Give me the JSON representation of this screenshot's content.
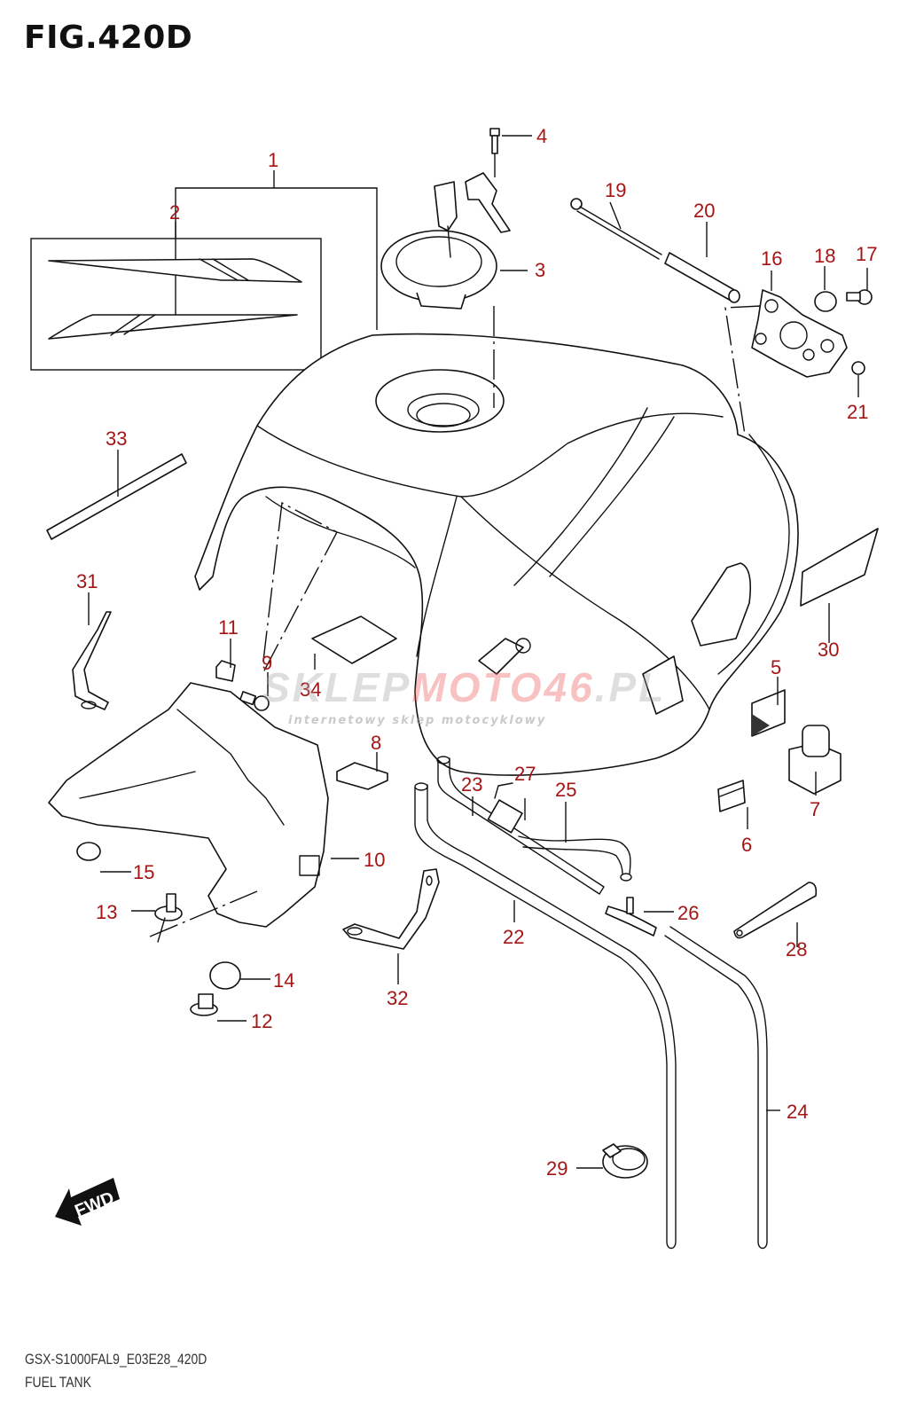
{
  "figure": {
    "title": "FIG.420D",
    "code": "GSX-S1000FAL9_E03E28_420D",
    "name": "FUEL TANK"
  },
  "watermark": {
    "brand_prefix": "SKLEP",
    "brand_accent": "MOTO46",
    "brand_suffix": ".PL",
    "tagline": "internetowy sklep motocyklowy"
  },
  "fwd_badge": {
    "label": "FWD",
    "icon": "forward-arrow-icon"
  },
  "colors": {
    "label": "#a31515",
    "line": "#111111",
    "background": "#ffffff"
  },
  "callouts": [
    {
      "id": "1",
      "text": "1"
    },
    {
      "id": "2",
      "text": "2"
    },
    {
      "id": "3",
      "text": "3"
    },
    {
      "id": "4",
      "text": "4"
    },
    {
      "id": "5",
      "text": "5"
    },
    {
      "id": "6",
      "text": "6"
    },
    {
      "id": "7",
      "text": "7"
    },
    {
      "id": "8",
      "text": "8"
    },
    {
      "id": "9",
      "text": "9"
    },
    {
      "id": "10",
      "text": "10"
    },
    {
      "id": "11",
      "text": "11"
    },
    {
      "id": "12",
      "text": "12"
    },
    {
      "id": "13",
      "text": "13"
    },
    {
      "id": "14",
      "text": "14"
    },
    {
      "id": "15",
      "text": "15"
    },
    {
      "id": "16",
      "text": "16"
    },
    {
      "id": "17",
      "text": "17"
    },
    {
      "id": "18",
      "text": "18"
    },
    {
      "id": "19",
      "text": "19"
    },
    {
      "id": "20",
      "text": "20"
    },
    {
      "id": "21",
      "text": "21"
    },
    {
      "id": "22",
      "text": "22"
    },
    {
      "id": "23",
      "text": "23"
    },
    {
      "id": "24",
      "text": "24"
    },
    {
      "id": "25",
      "text": "25"
    },
    {
      "id": "26",
      "text": "26"
    },
    {
      "id": "27",
      "text": "27"
    },
    {
      "id": "28",
      "text": "28"
    },
    {
      "id": "29",
      "text": "29"
    },
    {
      "id": "30",
      "text": "30"
    },
    {
      "id": "31",
      "text": "31"
    },
    {
      "id": "32",
      "text": "32"
    },
    {
      "id": "33",
      "text": "33"
    },
    {
      "id": "34",
      "text": "34"
    }
  ]
}
